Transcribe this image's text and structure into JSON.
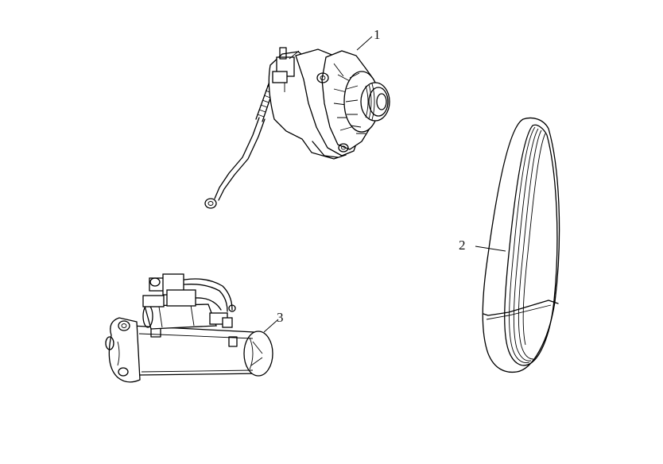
{
  "callouts": {
    "alternator": "1",
    "belt": "2",
    "starter": "3"
  }
}
